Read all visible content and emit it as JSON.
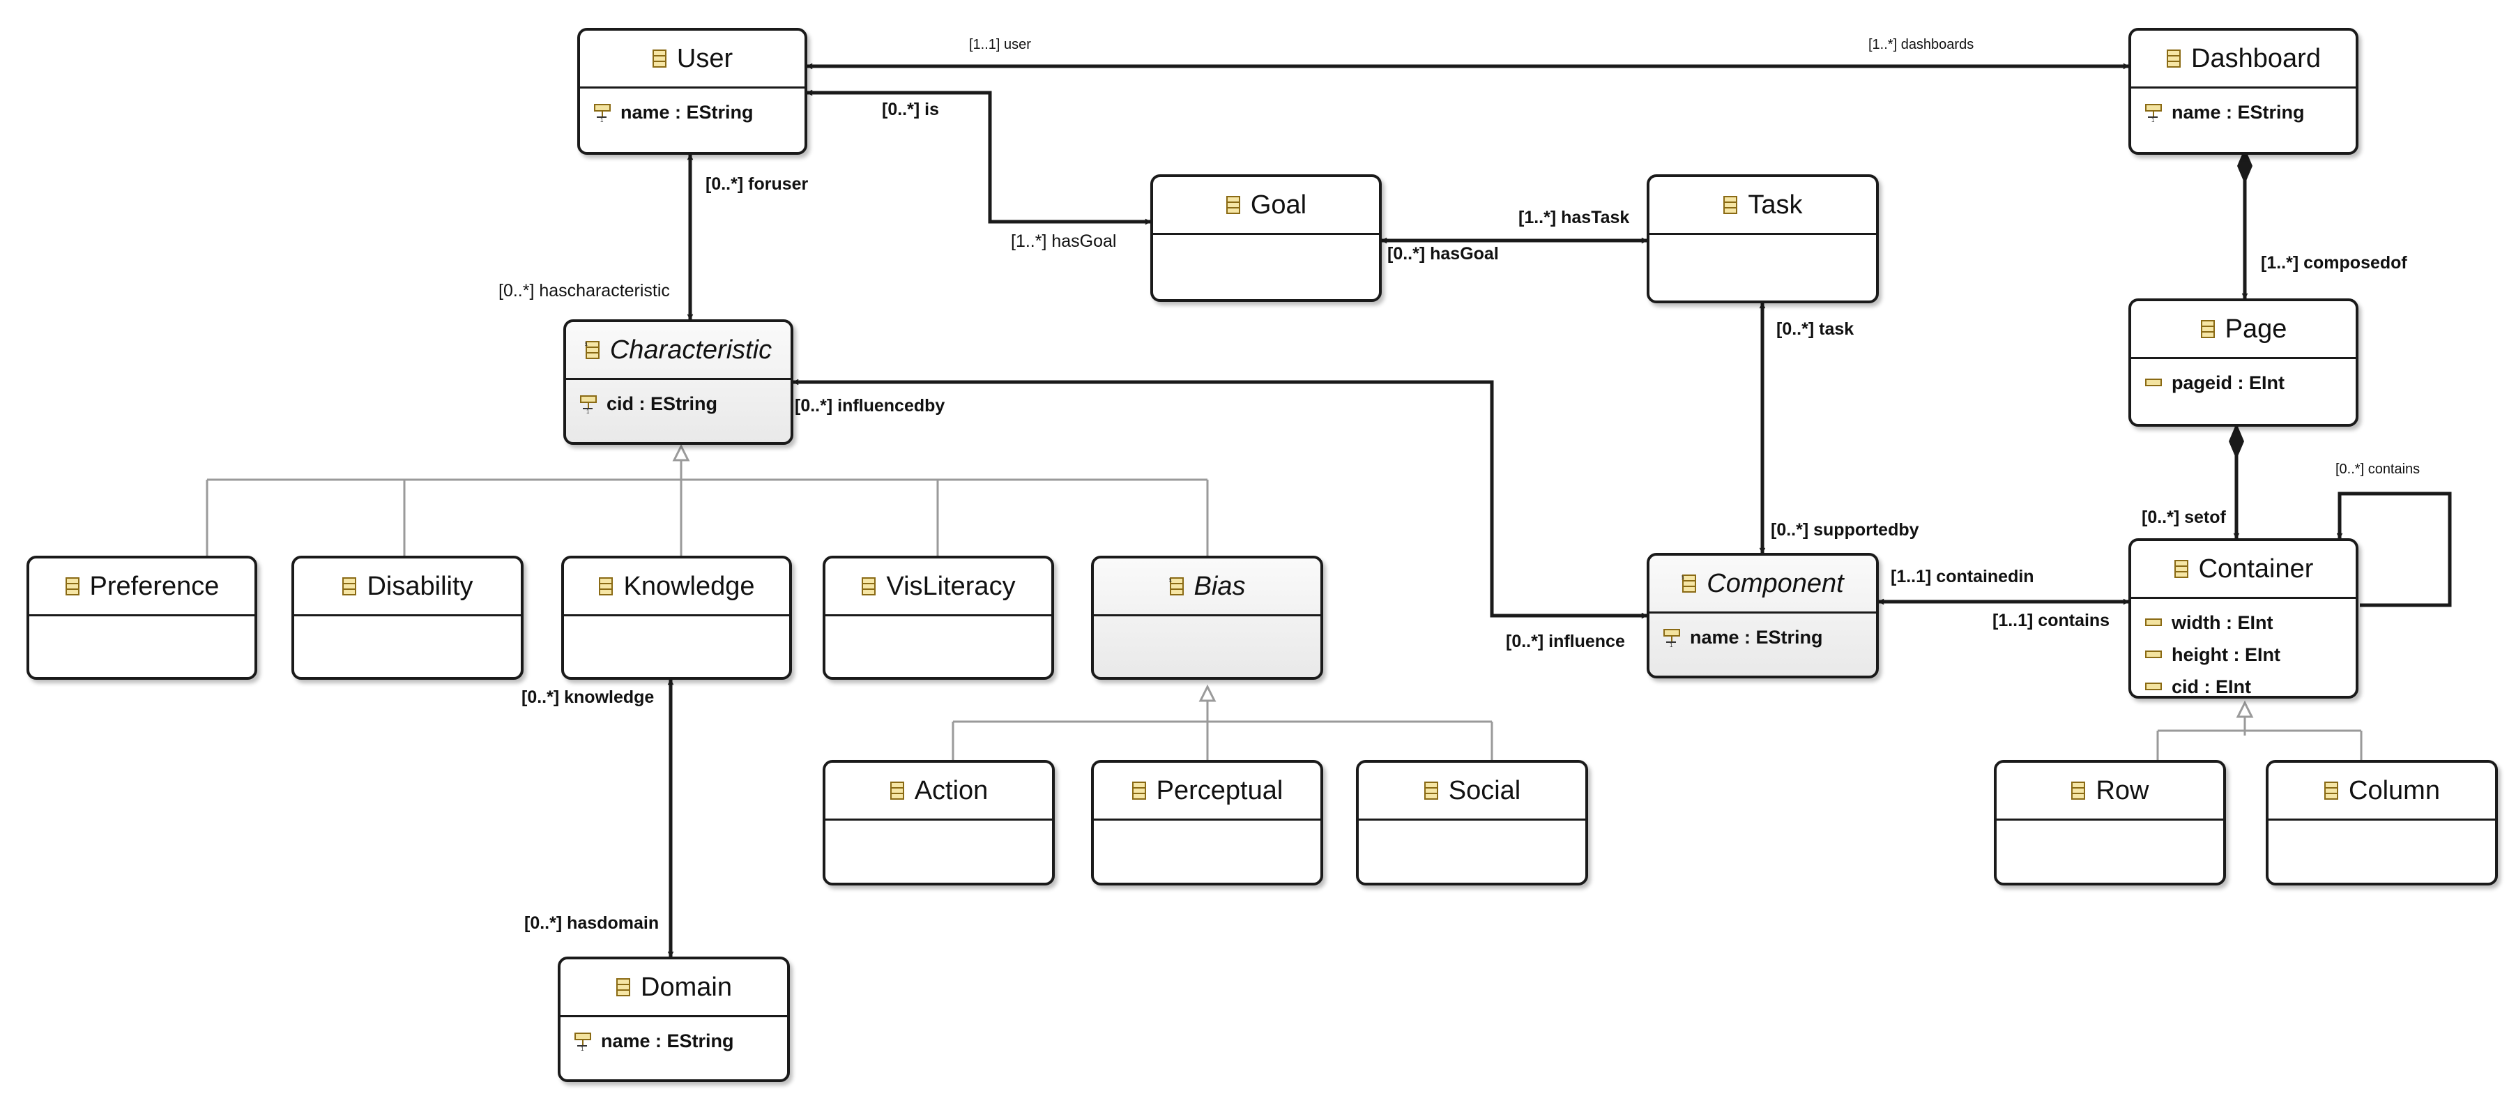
{
  "classes": {
    "user": {
      "name": "User",
      "attrs": [
        "name : EString"
      ]
    },
    "dashboard": {
      "name": "Dashboard",
      "attrs": [
        "name : EString"
      ]
    },
    "goal": {
      "name": "Goal",
      "attrs": []
    },
    "task": {
      "name": "Task",
      "attrs": []
    },
    "page": {
      "name": "Page",
      "attrs": [
        "pageid : EInt"
      ]
    },
    "characteristic": {
      "name": "Characteristic",
      "attrs": [
        "cid : EString"
      ]
    },
    "preference": {
      "name": "Preference",
      "attrs": []
    },
    "disability": {
      "name": "Disability",
      "attrs": []
    },
    "knowledge": {
      "name": "Knowledge",
      "attrs": []
    },
    "visliteracy": {
      "name": "VisLiteracy",
      "attrs": []
    },
    "bias": {
      "name": "Bias",
      "attrs": []
    },
    "component": {
      "name": "Component",
      "attrs": [
        "name : EString"
      ]
    },
    "container": {
      "name": "Container",
      "attrs": [
        "width : EInt",
        "height : EInt",
        "cid : EInt"
      ]
    },
    "action": {
      "name": "Action",
      "attrs": []
    },
    "perceptual": {
      "name": "Perceptual",
      "attrs": []
    },
    "social": {
      "name": "Social",
      "attrs": []
    },
    "row": {
      "name": "Row",
      "attrs": []
    },
    "column": {
      "name": "Column",
      "attrs": []
    },
    "domain": {
      "name": "Domain",
      "attrs": [
        "name : EString"
      ]
    }
  },
  "labels": {
    "user_end": "[1..1] user",
    "dashboards_end": "[1..*] dashboards",
    "is_end": "[0..*] is",
    "foruser_end": "[0..*] foruser",
    "hascharacteristic_end": "[0..*] hascharacteristic",
    "hasgoal_user": "[1..*] hasGoal",
    "hastask_end": "[1..*] hasTask",
    "hasgoal_task": "[0..*] hasGoal",
    "task_end": "[0..*] task",
    "composedof_end": "[1..*] composedof",
    "influencedby_end": "[0..*] influencedby",
    "contains_self": "[0..*] contains",
    "setof_end": "[0..*] setof",
    "supportedby_end": "[0..*] supportedby",
    "containedin_end": "[1..1] containedin",
    "contains_end": "[1..1] contains",
    "influence_end": "[0..*] influence",
    "knowledge_end": "[0..*] knowledge",
    "hasdomain_end": "[0..*] hasdomain"
  }
}
